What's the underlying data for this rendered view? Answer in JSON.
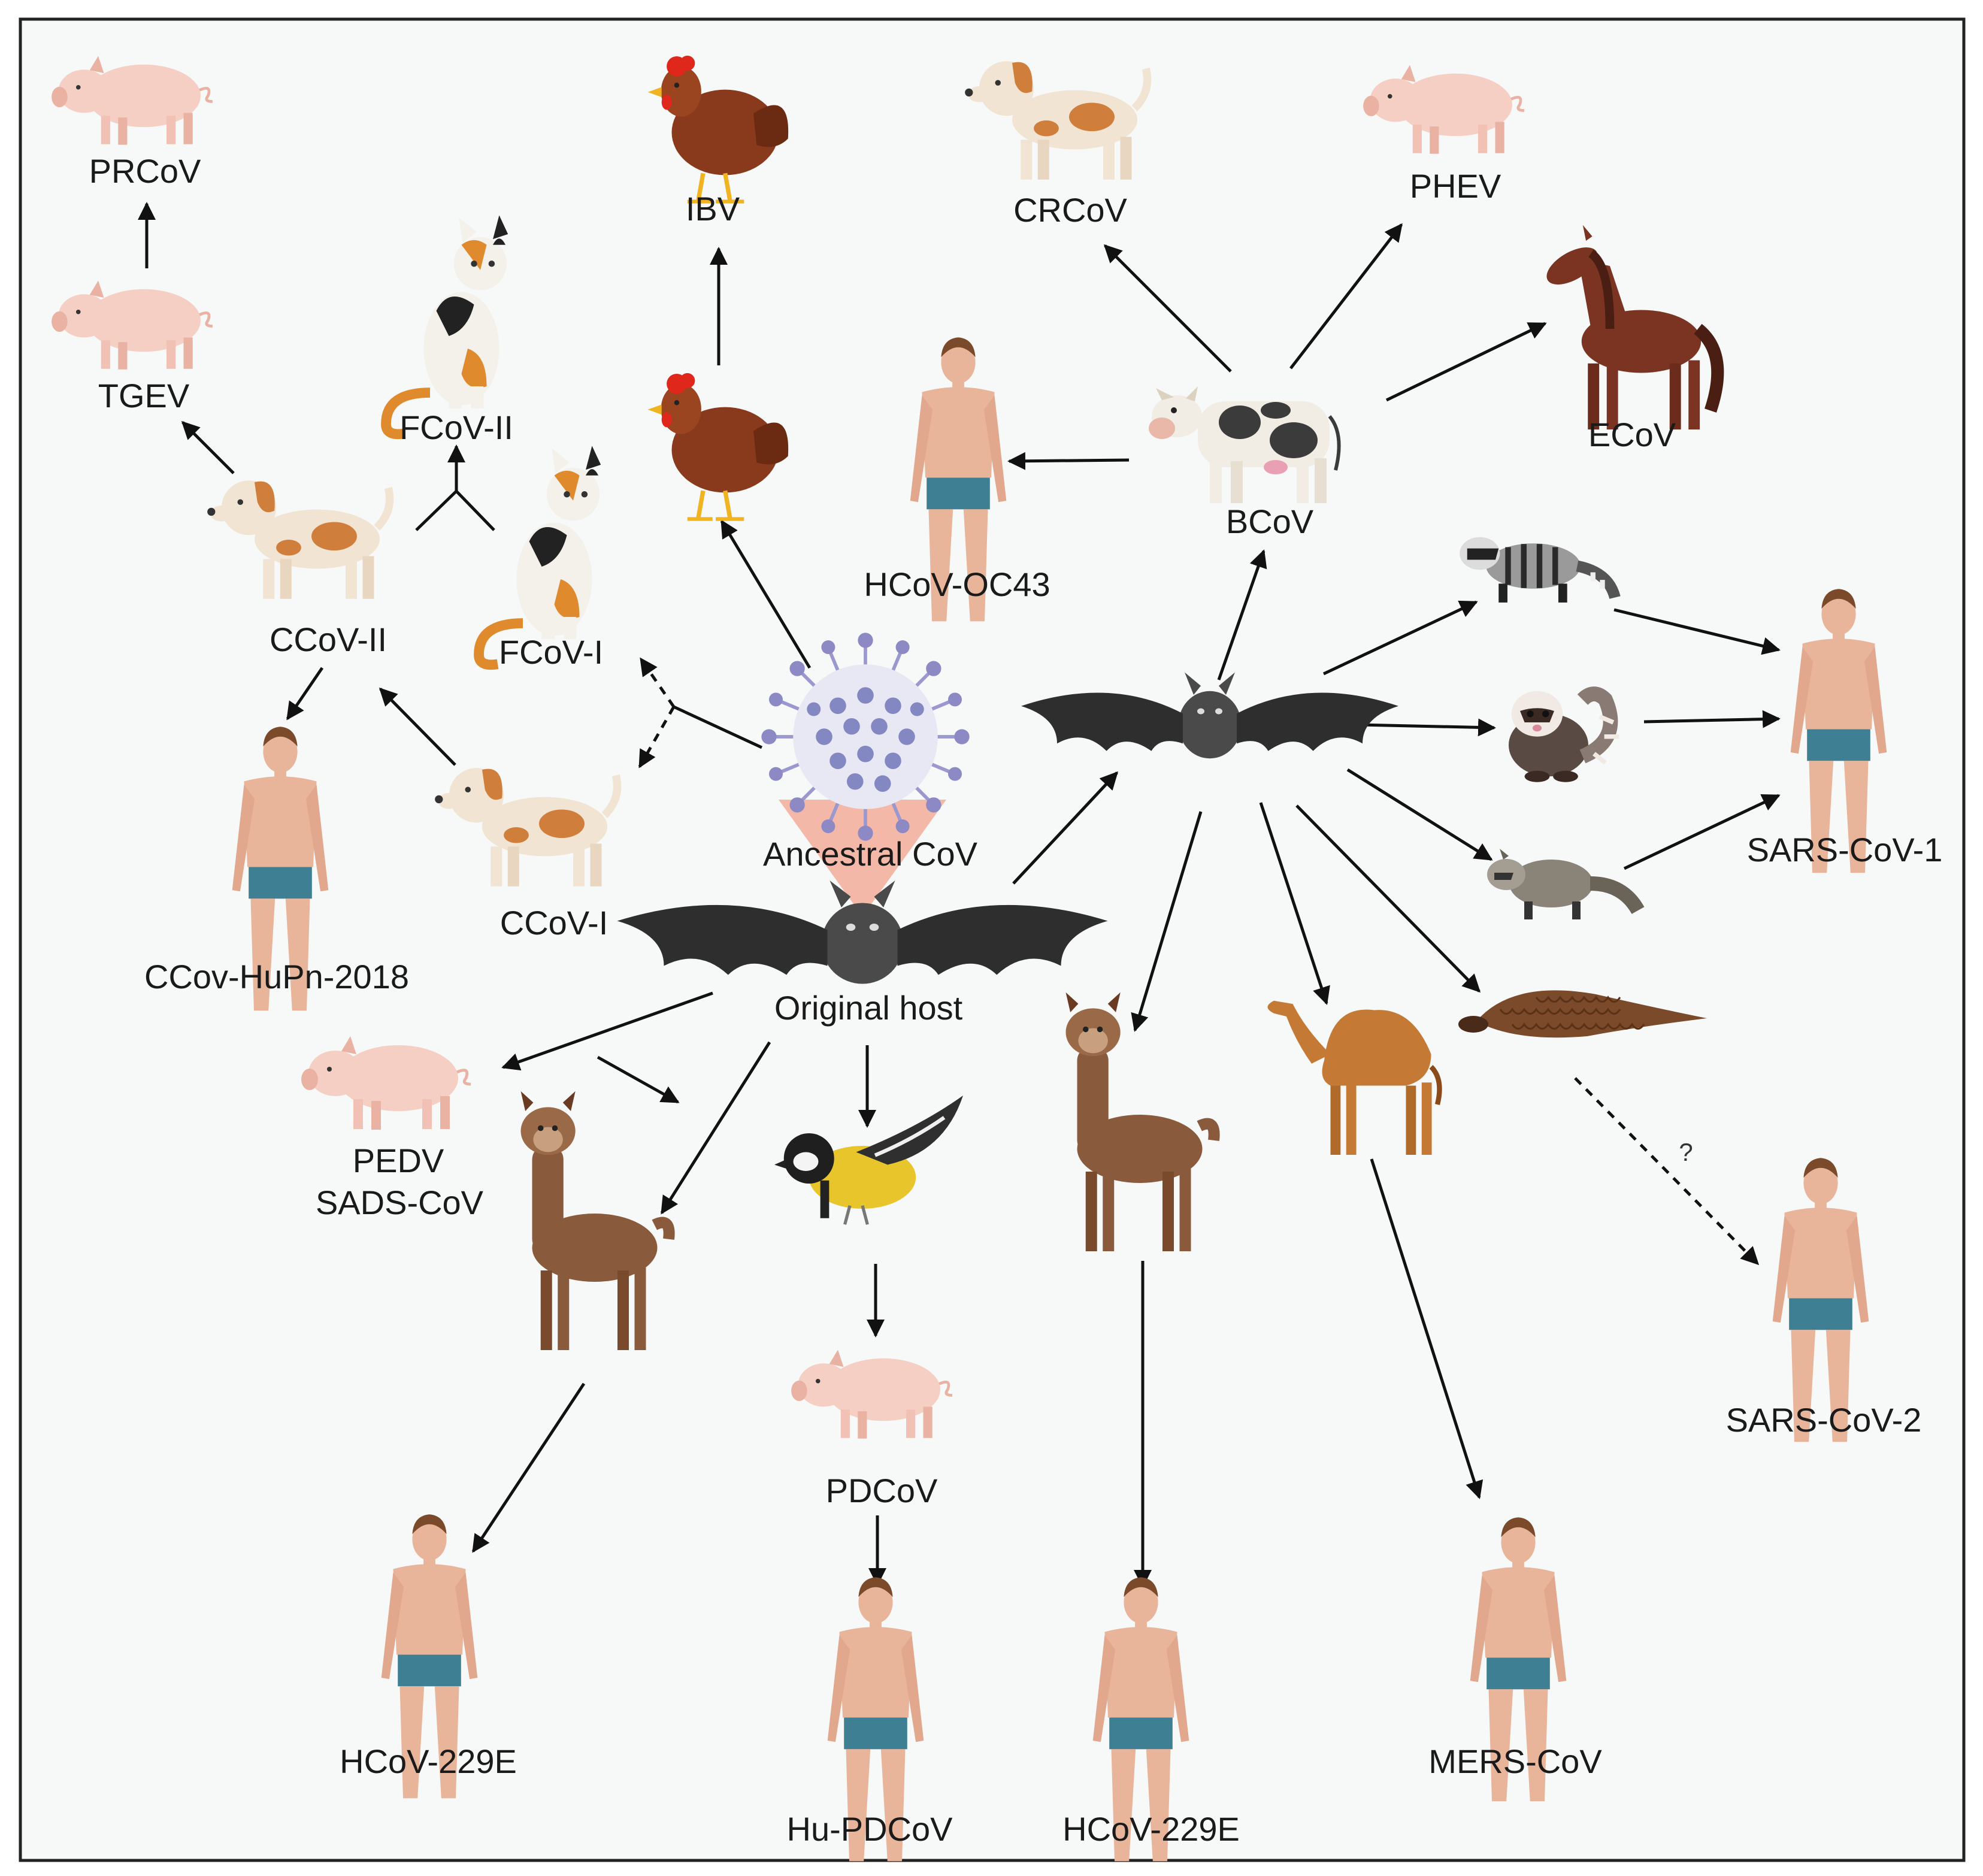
{
  "labels": {
    "prcov": "PRCoV",
    "tgev": "TGEV",
    "ibv": "IBV",
    "crcov": "CRCoV",
    "phev": "PHEV",
    "ecov": "ECoV",
    "fcov_ii": "FCoV-II",
    "fcov_i": "FCoV-I",
    "ccov_ii": "CCoV-II",
    "ccov_i": "CCoV-I",
    "ccov_hupn": "CCov-HuPn-2018",
    "hcov_oc43": "HCoV-OC43",
    "bcov": "BCoV",
    "ancestral": "Ancestral CoV",
    "original_host": "Original host",
    "sars1": "SARS-CoV-1",
    "sars2": "SARS-CoV-2",
    "pedv": "PEDV",
    "sads": "SADS-CoV",
    "pdcov": "PDCoV",
    "hcov_229e_left": "HCoV-229E",
    "hu_pdcov": "Hu-PDCoV",
    "hcov_229e_mid": "HCoV-229E",
    "mers": "MERS-CoV",
    "question": "?"
  },
  "icons": {
    "pig": "pig-icon",
    "chicken": "chicken-icon",
    "dog": "dog-icon",
    "cat": "cat-icon",
    "cow": "cow-icon",
    "horse": "horse-icon",
    "human": "human-icon",
    "bat": "bat-icon",
    "virus": "virus-icon",
    "civet": "civet-icon",
    "ferret": "ferret-badger-icon",
    "raccoon_dog": "raccoon-dog-icon",
    "pangolin": "pangolin-icon",
    "camel": "camel-icon",
    "alpaca": "alpaca-icon",
    "bird": "bird-icon"
  },
  "colors": {
    "background": "#f7f8f8",
    "frame": "#222222",
    "arrow": "#111111",
    "pig": "#f6cfc4",
    "chicken": "#8a3a1c",
    "dog_body": "#f1e4d2",
    "dog_spot": "#cf7e3c",
    "cow_spot": "#3b3b3b",
    "horse": "#7a3421",
    "skin": "#e8b49a",
    "shorts": "#3f7f93",
    "bat": "#3d3d3d",
    "virus": "#9a98cf",
    "alpaca": "#8a5a3c",
    "camel": "#c47a35",
    "pangolin": "#7a4a2a",
    "cone": "#f4b8a8"
  }
}
